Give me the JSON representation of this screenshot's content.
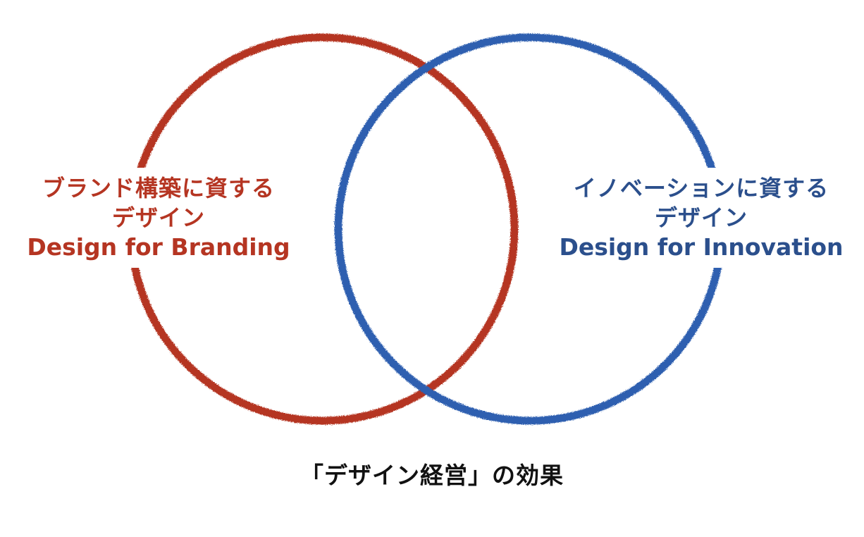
{
  "diagram": {
    "left_circle": {
      "color": "#b53522",
      "label_line1": "ブランド構築に資する",
      "label_line2": "デザイン",
      "label_line3": "Design for Branding"
    },
    "right_circle": {
      "color": "#2d5fb0",
      "text_color": "#2b4f8c",
      "label_line1": "イノベーションに資する",
      "label_line2": "デザイン",
      "label_line3": "Design for Innovation"
    },
    "caption": "「デザイン経営」の効果"
  }
}
